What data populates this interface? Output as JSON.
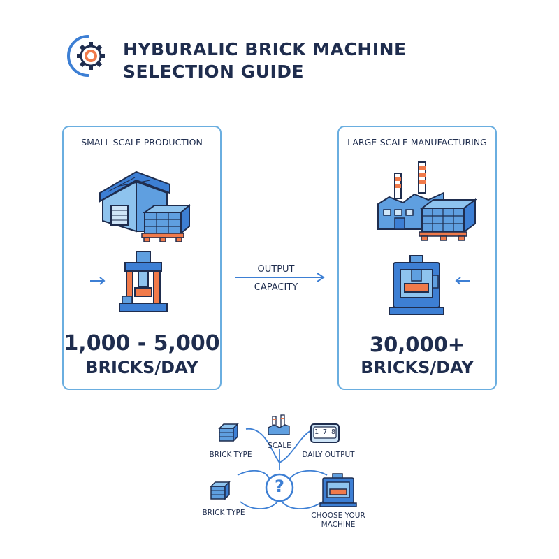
{
  "header": {
    "title_line1": "HYBURALIC BRICK MACHINE",
    "title_line2": "SELECTION GUIDE",
    "logo_icon": "gear-icon"
  },
  "small_panel": {
    "label": "SMALL-SCALE PRODUCTION",
    "capacity": "1,000 - 5,000",
    "unit": "BRICKS/DAY",
    "icons": [
      "warehouse-icon",
      "brick-pallet-icon",
      "small-press-machine-icon",
      "arrow-right-icon"
    ]
  },
  "large_panel": {
    "label": "LARGE-SCALE MANUFACTURING",
    "capacity": "30,000+",
    "unit": "BRICKS/DAY",
    "icons": [
      "factory-icon",
      "brick-pallet-icon",
      "large-press-machine-icon",
      "arrow-left-icon"
    ]
  },
  "middle": {
    "label_line1": "OUTPUT",
    "label_line2": "CAPACITY"
  },
  "flow": {
    "brick_type_top": "BRICK TYPE",
    "scale": "SCALE",
    "daily_output": "DAILY OUTPUT",
    "daily_output_display": "1 7 8",
    "brick_type_bottom": "BRICK TYPE",
    "choose_line1": "CHOOSE YOUR",
    "choose_line2": "MACHINE",
    "question_mark": "?"
  },
  "colors": {
    "navy": "#1f2d4e",
    "blue": "#3d7fd4",
    "light_blue": "#8ec3ee",
    "border_blue": "#6aaee0",
    "orange": "#f07a4a"
  }
}
